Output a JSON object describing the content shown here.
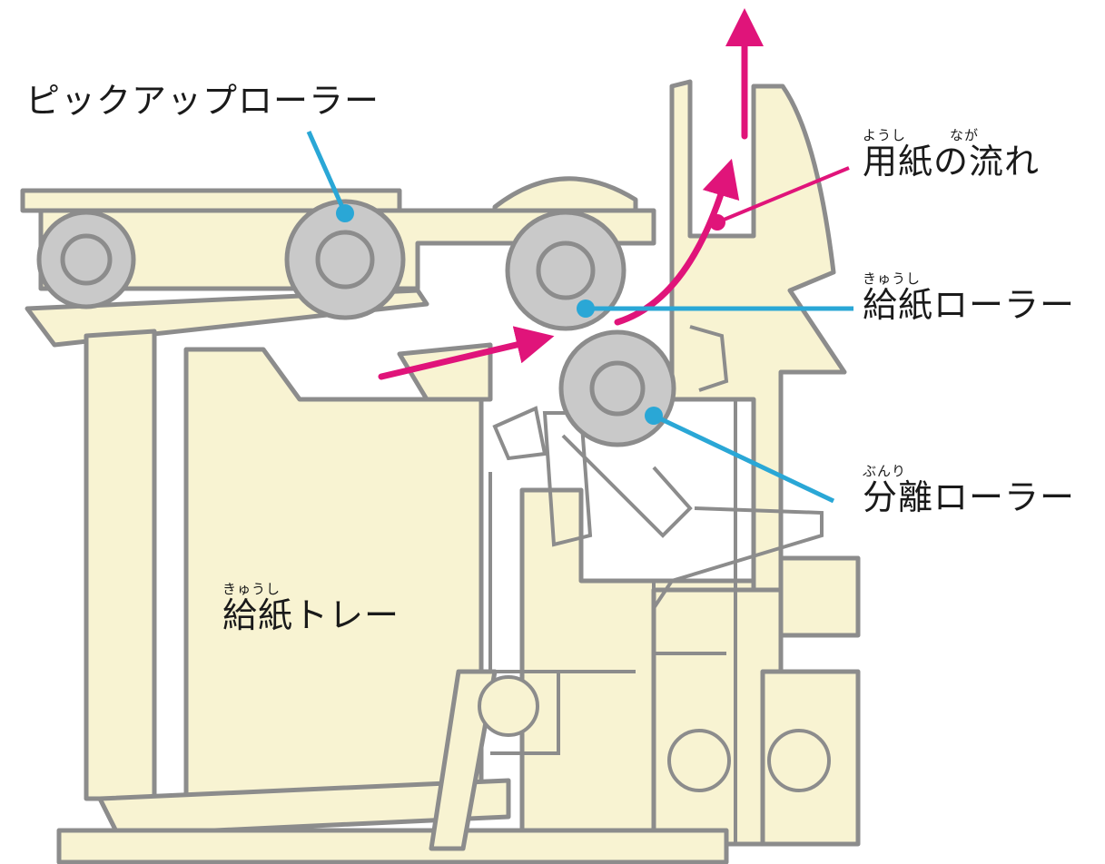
{
  "colors": {
    "machine_fill": "#f8f3d2",
    "outline": "#8c8c8c",
    "roller_fill": "#c9c9c9",
    "paper_flow": "#e0147a",
    "leader": "#2aa7d6"
  },
  "labels": {
    "pickup_roller": {
      "text": "ピックアップローラー"
    },
    "paper_flow": {
      "ruby": "ようし　　　なが",
      "text": "用紙の流れ"
    },
    "feed_roller": {
      "ruby": "きゅうし",
      "text": "給紙ローラー"
    },
    "separation_roller": {
      "ruby": "ぶんり",
      "text": "分離ローラー"
    },
    "paper_tray": {
      "ruby": "きゅうし",
      "text": "給紙トレー"
    }
  }
}
